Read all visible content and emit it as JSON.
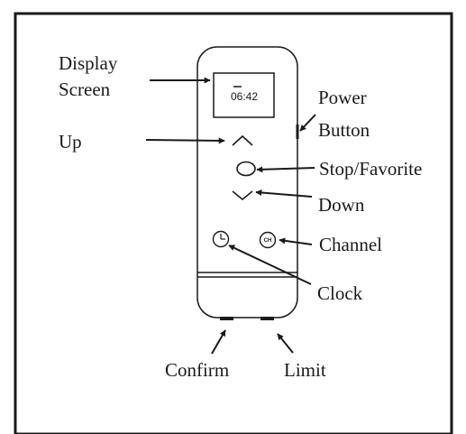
{
  "diagram": {
    "display": {
      "time": "06:42"
    },
    "labels": {
      "display_screen_line1": "Display",
      "display_screen_line2": "Screen",
      "power_button_line1": "Power",
      "power_button_line2": "Button",
      "up": "Up",
      "stop_favorite": "Stop/Favorite",
      "down": "Down",
      "channel": "Channel",
      "clock": "Clock",
      "confirm": "Confirm",
      "limit": "Limit"
    },
    "button_text": {
      "channel_icon": "CH"
    },
    "icons": [
      "up-arrow-icon",
      "stop-circle-icon",
      "down-arrow-icon",
      "clock-icon",
      "channel-icon"
    ]
  }
}
